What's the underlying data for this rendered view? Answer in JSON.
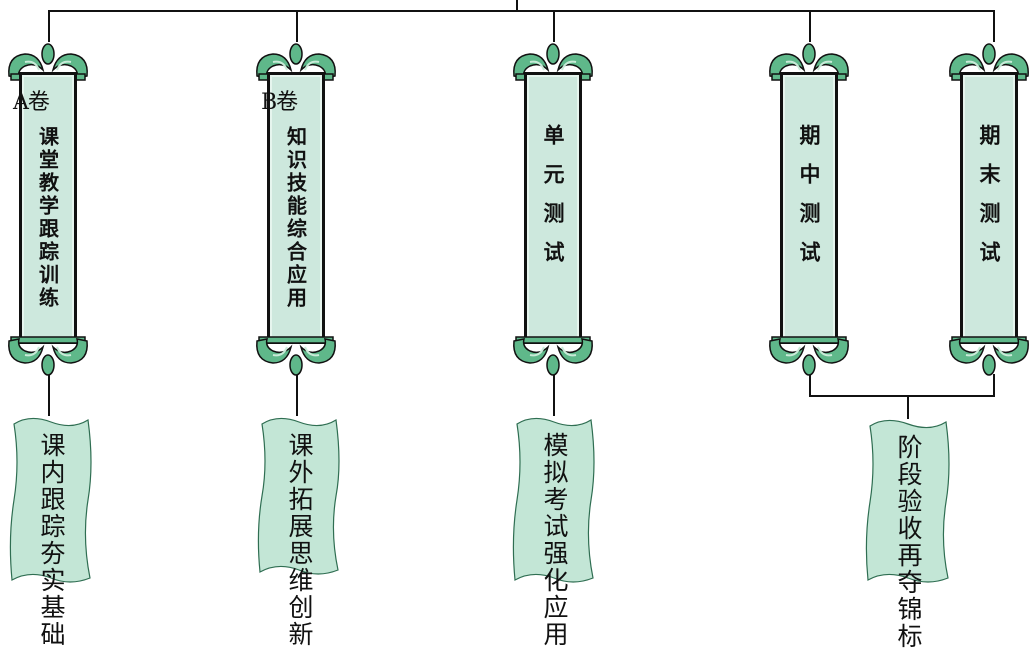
{
  "scrolls": [
    {
      "volume": "A卷",
      "text": "课堂教学跟踪训练"
    },
    {
      "volume": "B卷",
      "text": "知识技能综合应用"
    },
    {
      "volume": "",
      "text": "单元测试"
    },
    {
      "volume": "",
      "text": "期中测试"
    },
    {
      "volume": "",
      "text": "期末测试"
    }
  ],
  "bubbles": [
    {
      "line1": "课内跟踪",
      "line2": "夯实基础"
    },
    {
      "line1": "课外拓展",
      "line2": "思维创新"
    },
    {
      "line1": "模拟考试",
      "line2": "强化应用"
    },
    {
      "line1": "阶段验收",
      "line2": "再夺锦标"
    }
  ],
  "colors": {
    "panel": "#cde8dd",
    "leaf": "#5fb88a",
    "leaf_light": "#c9ebd8",
    "bubble": "#c3e6d6",
    "line": "#111111"
  }
}
